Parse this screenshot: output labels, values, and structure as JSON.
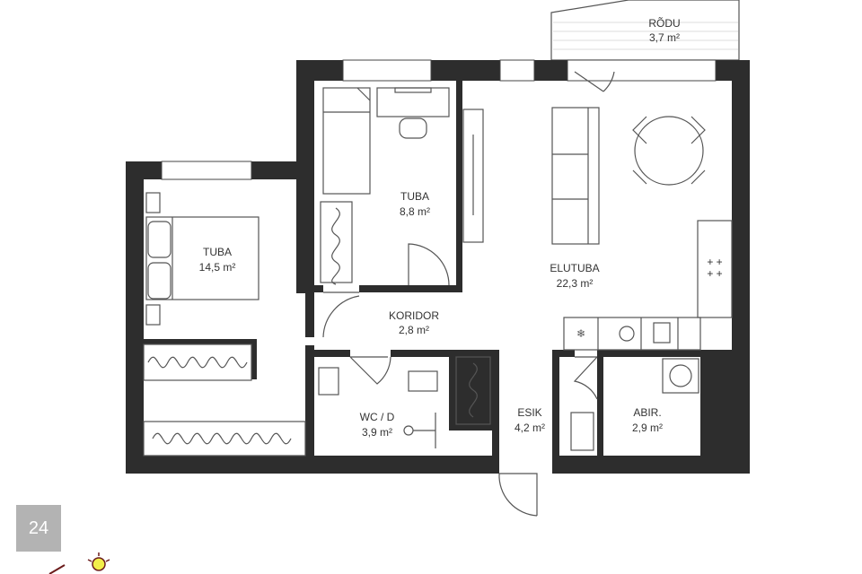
{
  "rooms": [
    {
      "name": "RÕDU",
      "area": "3,7 m²"
    },
    {
      "name": "TUBA",
      "area": "8,8 m²"
    },
    {
      "name": "TUBA",
      "area": "14,5 m²"
    },
    {
      "name": "ELUTUBA",
      "area": "22,3 m²"
    },
    {
      "name": "KORIDOR",
      "area": "2,8 m²"
    },
    {
      "name": "WC / D",
      "area": "3,9 m²"
    },
    {
      "name": "ESIK",
      "area": "4,2 m²"
    },
    {
      "name": "ABIR.",
      "area": "2,9 m²"
    }
  ],
  "floor_badge": "24",
  "colors": {
    "wall": "#2d2d2d",
    "badge": "#b3b3b3",
    "sun": "#f2ef4a"
  }
}
